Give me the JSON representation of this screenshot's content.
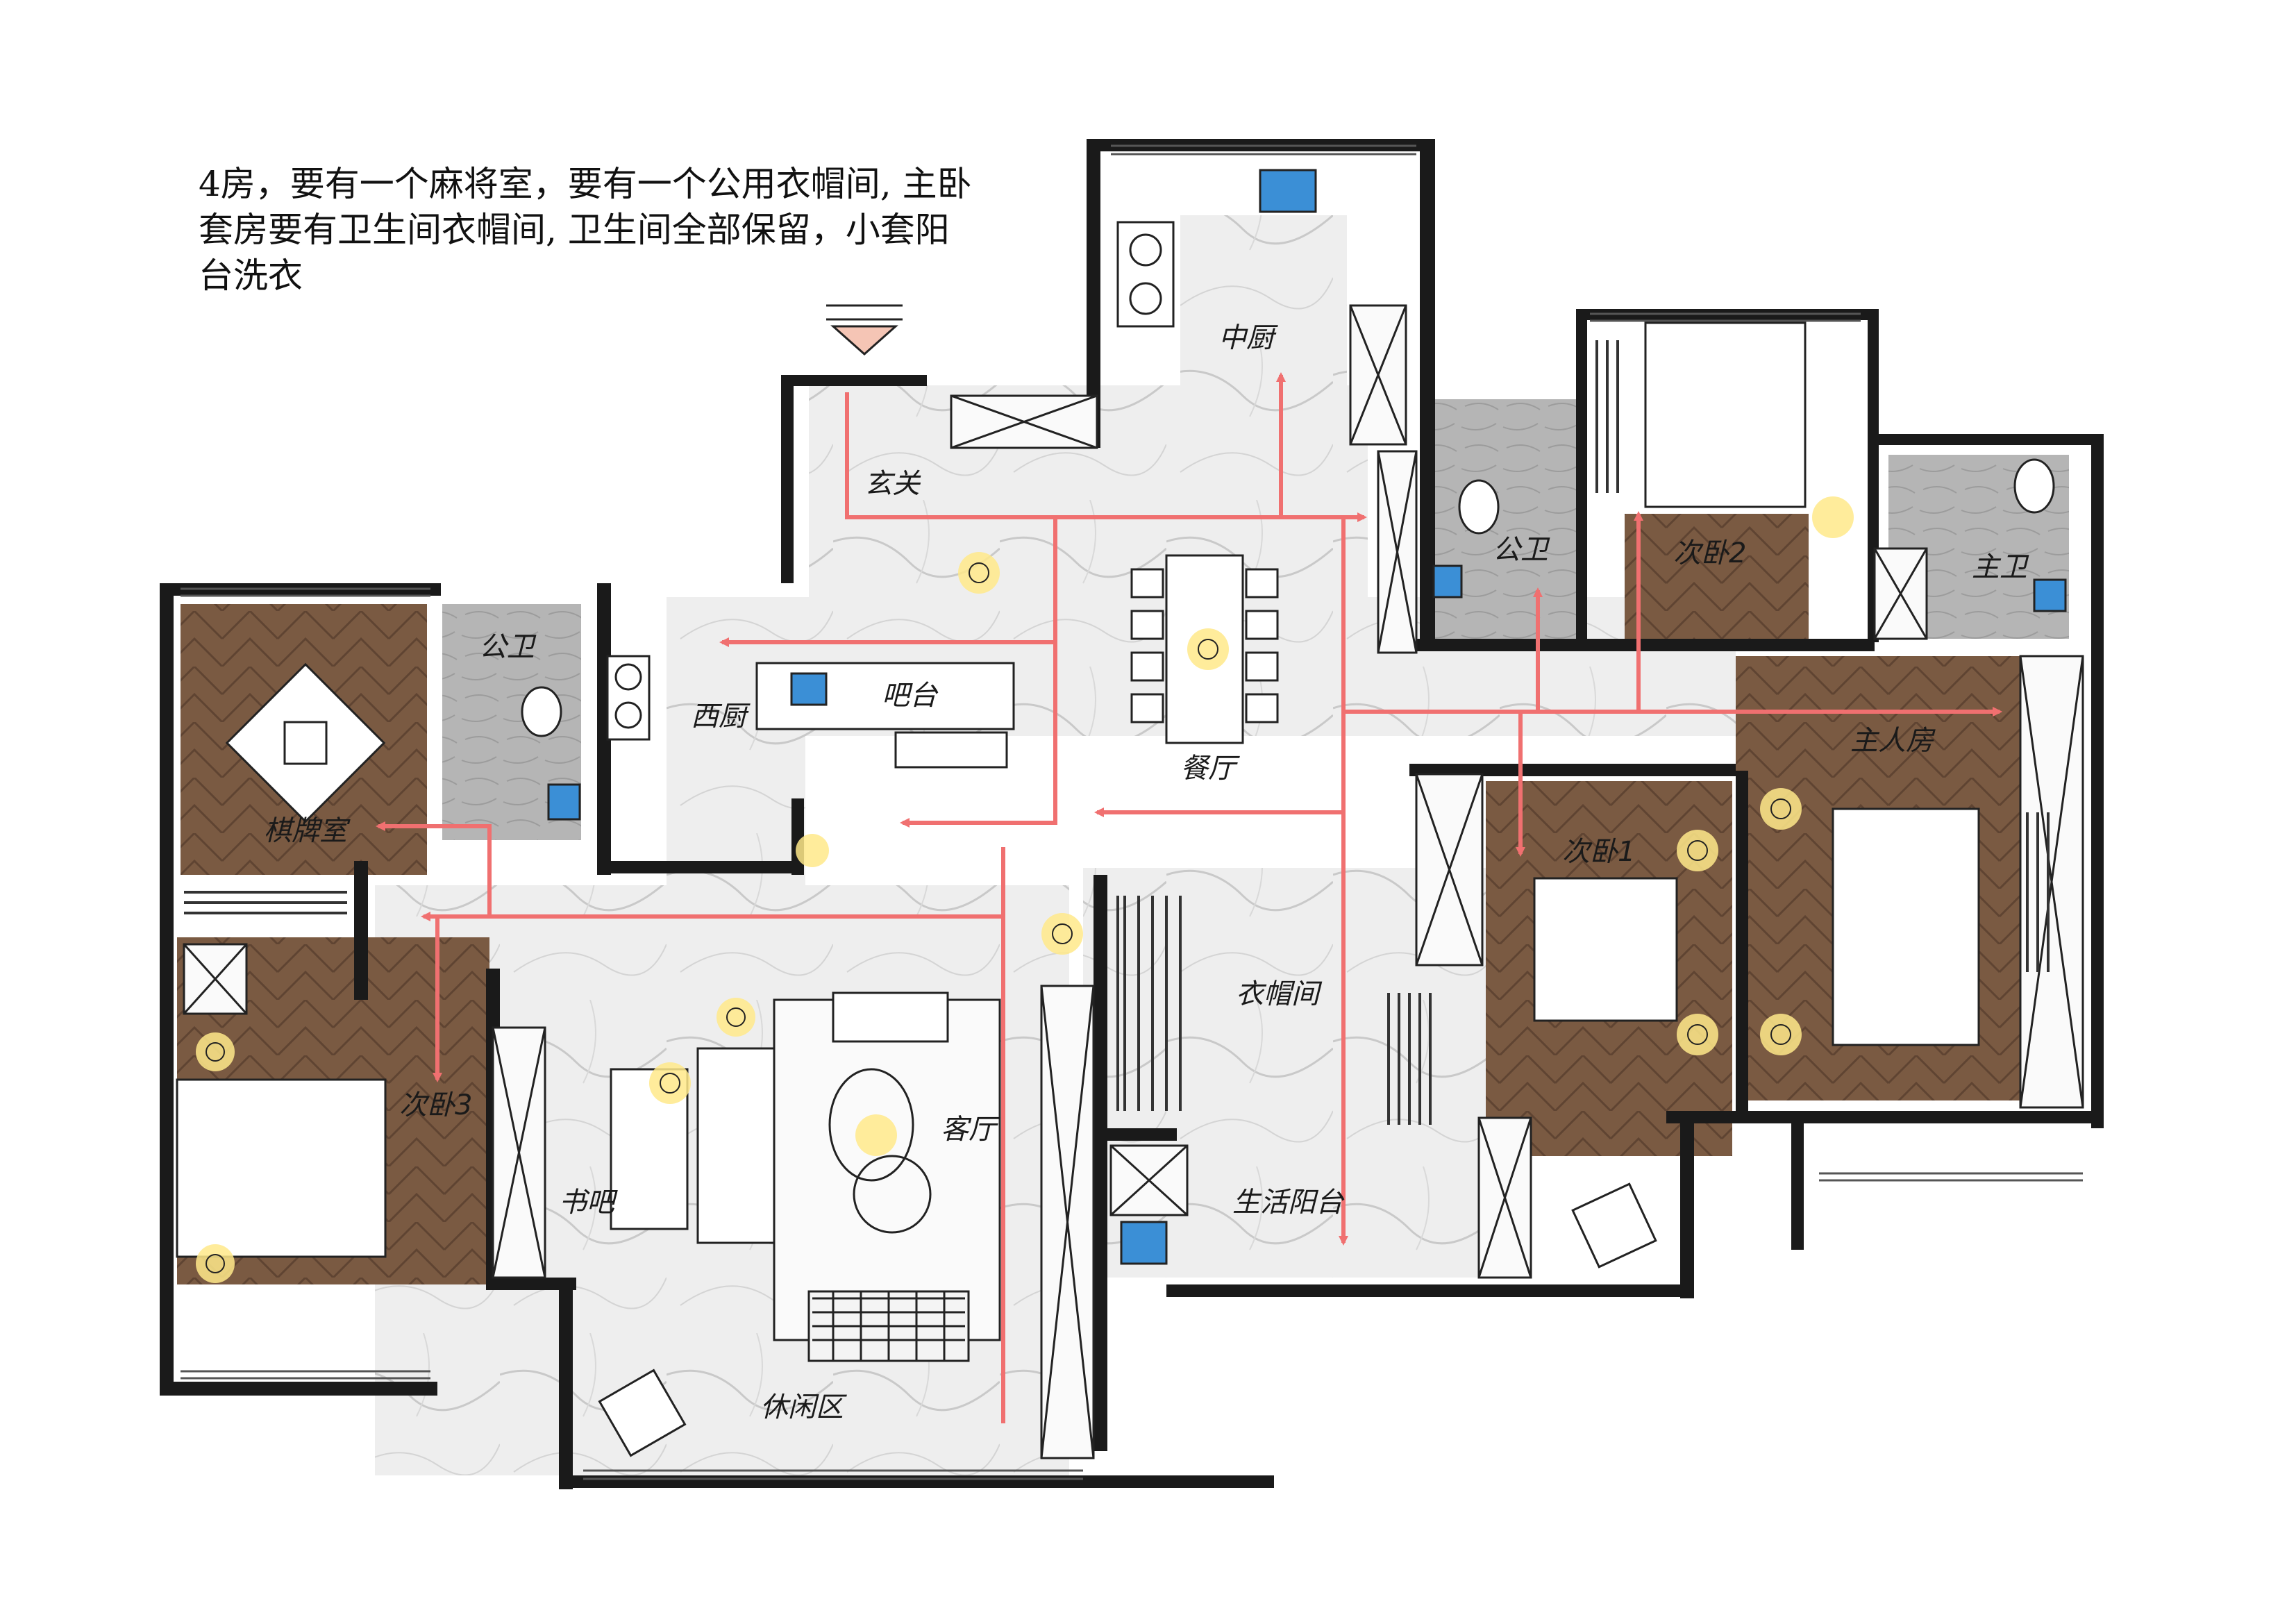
{
  "brief": {
    "line1": "4房，要有一个麻将室，要有一个公用衣帽间, 主卧",
    "line2": "套房要有卫生间衣帽间, 卫生间全部保留，小套阳",
    "line3": "台洗衣"
  },
  "rooms": {
    "kitchen": "中厨",
    "entry": "玄关",
    "dining": "餐厅",
    "western_kitchen": "西厨",
    "bar": "吧台",
    "mahjong": "棋牌室",
    "public_bath_left": "公卫",
    "public_bath_right": "公卫",
    "bedroom2": "次卧2",
    "master_bath": "主卫",
    "master_bedroom": "主人房",
    "bedroom1": "次卧1",
    "wardrobe": "衣帽间",
    "balcony": "生活阳台",
    "living": "客厅",
    "study_bar": "书吧",
    "bedroom3": "次卧3",
    "leisure": "休闲区"
  },
  "colors": {
    "wall": "#1a1a1a",
    "marble": "#eeeeee",
    "wood": "#7a5a42",
    "tile": "#b9b9b9",
    "flow_arrow": "#f07070",
    "light": "#ffd24a",
    "water": "#3b8fd6"
  }
}
